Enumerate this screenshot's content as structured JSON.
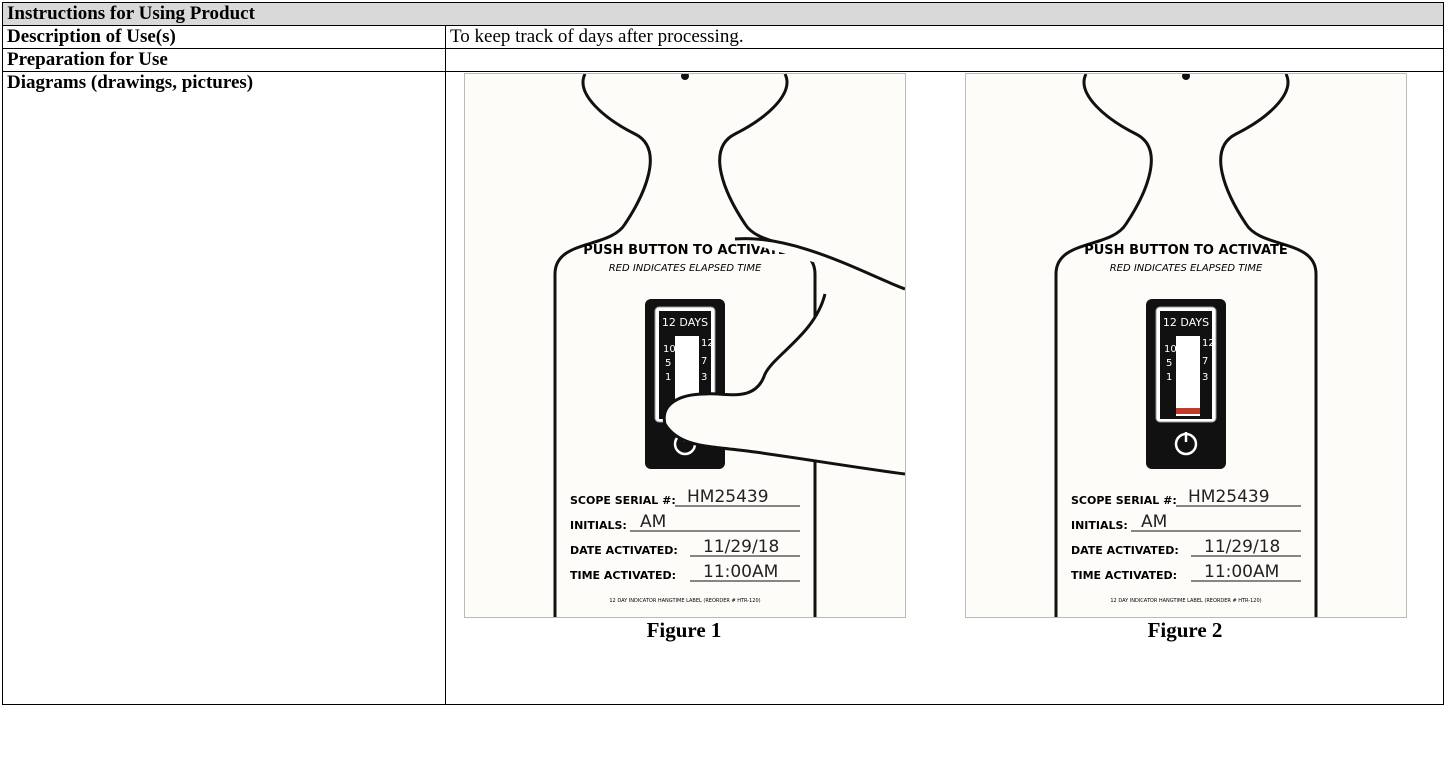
{
  "table": {
    "header": "Instructions for Using Product",
    "rows": {
      "description": {
        "label": "Description of Use(s)",
        "value": "To keep track of days after processing."
      },
      "preparation": {
        "label": "Preparation for Use",
        "value": ""
      },
      "diagrams": {
        "label": "Diagrams (drawings, pictures)"
      }
    }
  },
  "figures": [
    {
      "caption": "Figure 1",
      "heading": "PUSH BUTTON TO ACTIVATE",
      "subheading": "RED INDICATES ELAPSED TIME",
      "window_title": "12 DAYS",
      "scale_left": [
        "10",
        "5",
        "1"
      ],
      "scale_right": [
        "12",
        "7",
        "3"
      ],
      "fields": [
        {
          "label": "SCOPE SERIAL #:",
          "value": "HM25439"
        },
        {
          "label": "INITIALS:",
          "value": "AM"
        },
        {
          "label": "DATE ACTIVATED:",
          "value": "11/29/18"
        },
        {
          "label": "TIME ACTIVATED:",
          "value": "11:00AM"
        }
      ],
      "footer": "12 DAY INDICATOR HANGTIME LABEL (REORDER # HTR-120)",
      "red_indicator": false
    },
    {
      "caption": "Figure 2",
      "heading": "PUSH BUTTON TO ACTIVATE",
      "subheading": "RED INDICATES ELAPSED TIME",
      "window_title": "12 DAYS",
      "scale_left": [
        "10",
        "5",
        "1"
      ],
      "scale_right": [
        "12",
        "7",
        "3"
      ],
      "fields": [
        {
          "label": "SCOPE SERIAL #:",
          "value": "HM25439"
        },
        {
          "label": "INITIALS:",
          "value": "AM"
        },
        {
          "label": "DATE ACTIVATED:",
          "value": "11/29/18"
        },
        {
          "label": "TIME ACTIVATED:",
          "value": "11:00AM"
        }
      ],
      "footer": "12 DAY INDICATOR HANGTIME LABEL (REORDER # HTR-120)",
      "red_indicator": true,
      "red_color": "#c0392b"
    }
  ]
}
